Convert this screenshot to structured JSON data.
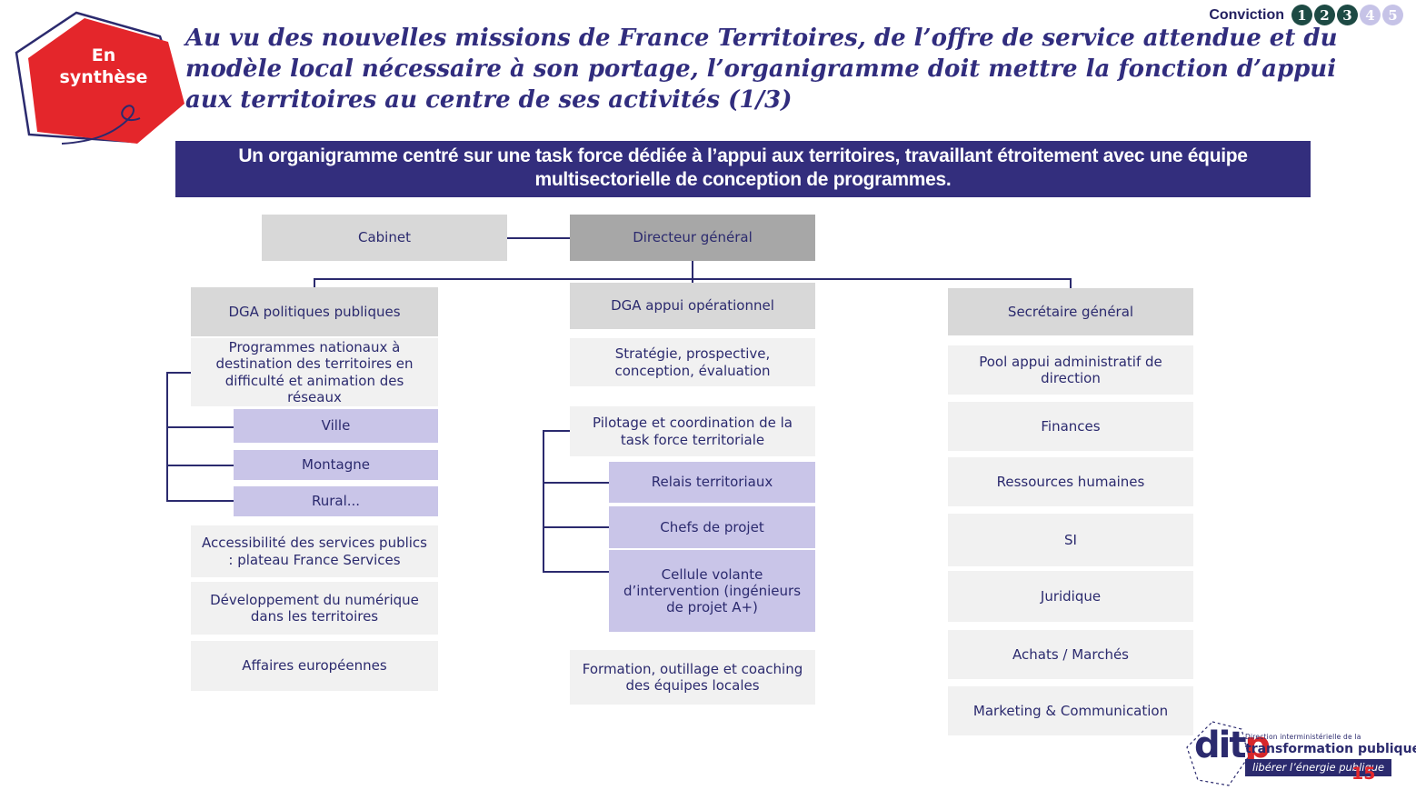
{
  "conviction": {
    "label": "Conviction",
    "numbers": [
      "1",
      "2",
      "3",
      "4",
      "5"
    ],
    "active_count": 3,
    "active_color": "#1d4a44",
    "inactive_color": "#c6c3e7"
  },
  "badge": {
    "line1": "En",
    "line2": "synthèse",
    "color": "#e4262b",
    "outline_color": "#2b2a6e"
  },
  "title": {
    "text": "Au vu des nouvelles missions de France Territoires, de l’offre de service attendue et du modèle local nécessaire à son portage,  l’organigramme doit mettre la fonction d’appui aux territoires au centre de ses activités (1/3)",
    "color": "#312d7e"
  },
  "banner": {
    "text": "Un organigramme centré sur une task force dédiée à l’appui aux territoires, travaillant étroitement avec une équipe multisectorielle de conception de programmes.",
    "bg": "#332e7d"
  },
  "org": {
    "cabinet": "Cabinet",
    "directeur": "Directeur général",
    "col1": {
      "header": "DGA politiques publiques",
      "programmes": "Programmes nationaux à destination des territoires en difficulté  et animation des réseaux",
      "ville": "Ville",
      "montagne": "Montagne",
      "rural": "Rural...",
      "accessibilite": "Accessibilité des services publics : plateau France Services",
      "developpement": "Développement du numérique dans les territoires",
      "affaires": "Affaires européennes"
    },
    "col2": {
      "header": "DGA appui opérationnel",
      "strategie": "Stratégie, prospective, conception, évaluation",
      "pilotage": "Pilotage et coordination de la task force territoriale",
      "relais": "Relais territoriaux",
      "chefs": "Chefs de projet",
      "cellule": "Cellule volante d’intervention (ingénieurs de projet A+)",
      "formation": "Formation, outillage et coaching des équipes locales"
    },
    "col3": {
      "header": "Secrétaire général",
      "pool": "Pool appui administratif de direction",
      "finances": "Finances",
      "rh": "Ressources humaines",
      "si": "SI",
      "juridique": "Juridique",
      "achats": "Achats / Marchés",
      "marketing": "Marketing & Communication"
    },
    "colors": {
      "header_gray": "#d8d8d8",
      "directeur_gray": "#a7a7a7",
      "light_gray": "#f1f1f1",
      "purple": "#c9c5e8",
      "text_navy": "#2b2a6e"
    }
  },
  "footer": {
    "logo": {
      "wordmark_main": "dit",
      "wordmark_p": "p",
      "line1": "Direction interministérielle de la",
      "line2": "transformation publique",
      "tagline": "libérer l’énergie publique"
    },
    "page": "15"
  }
}
